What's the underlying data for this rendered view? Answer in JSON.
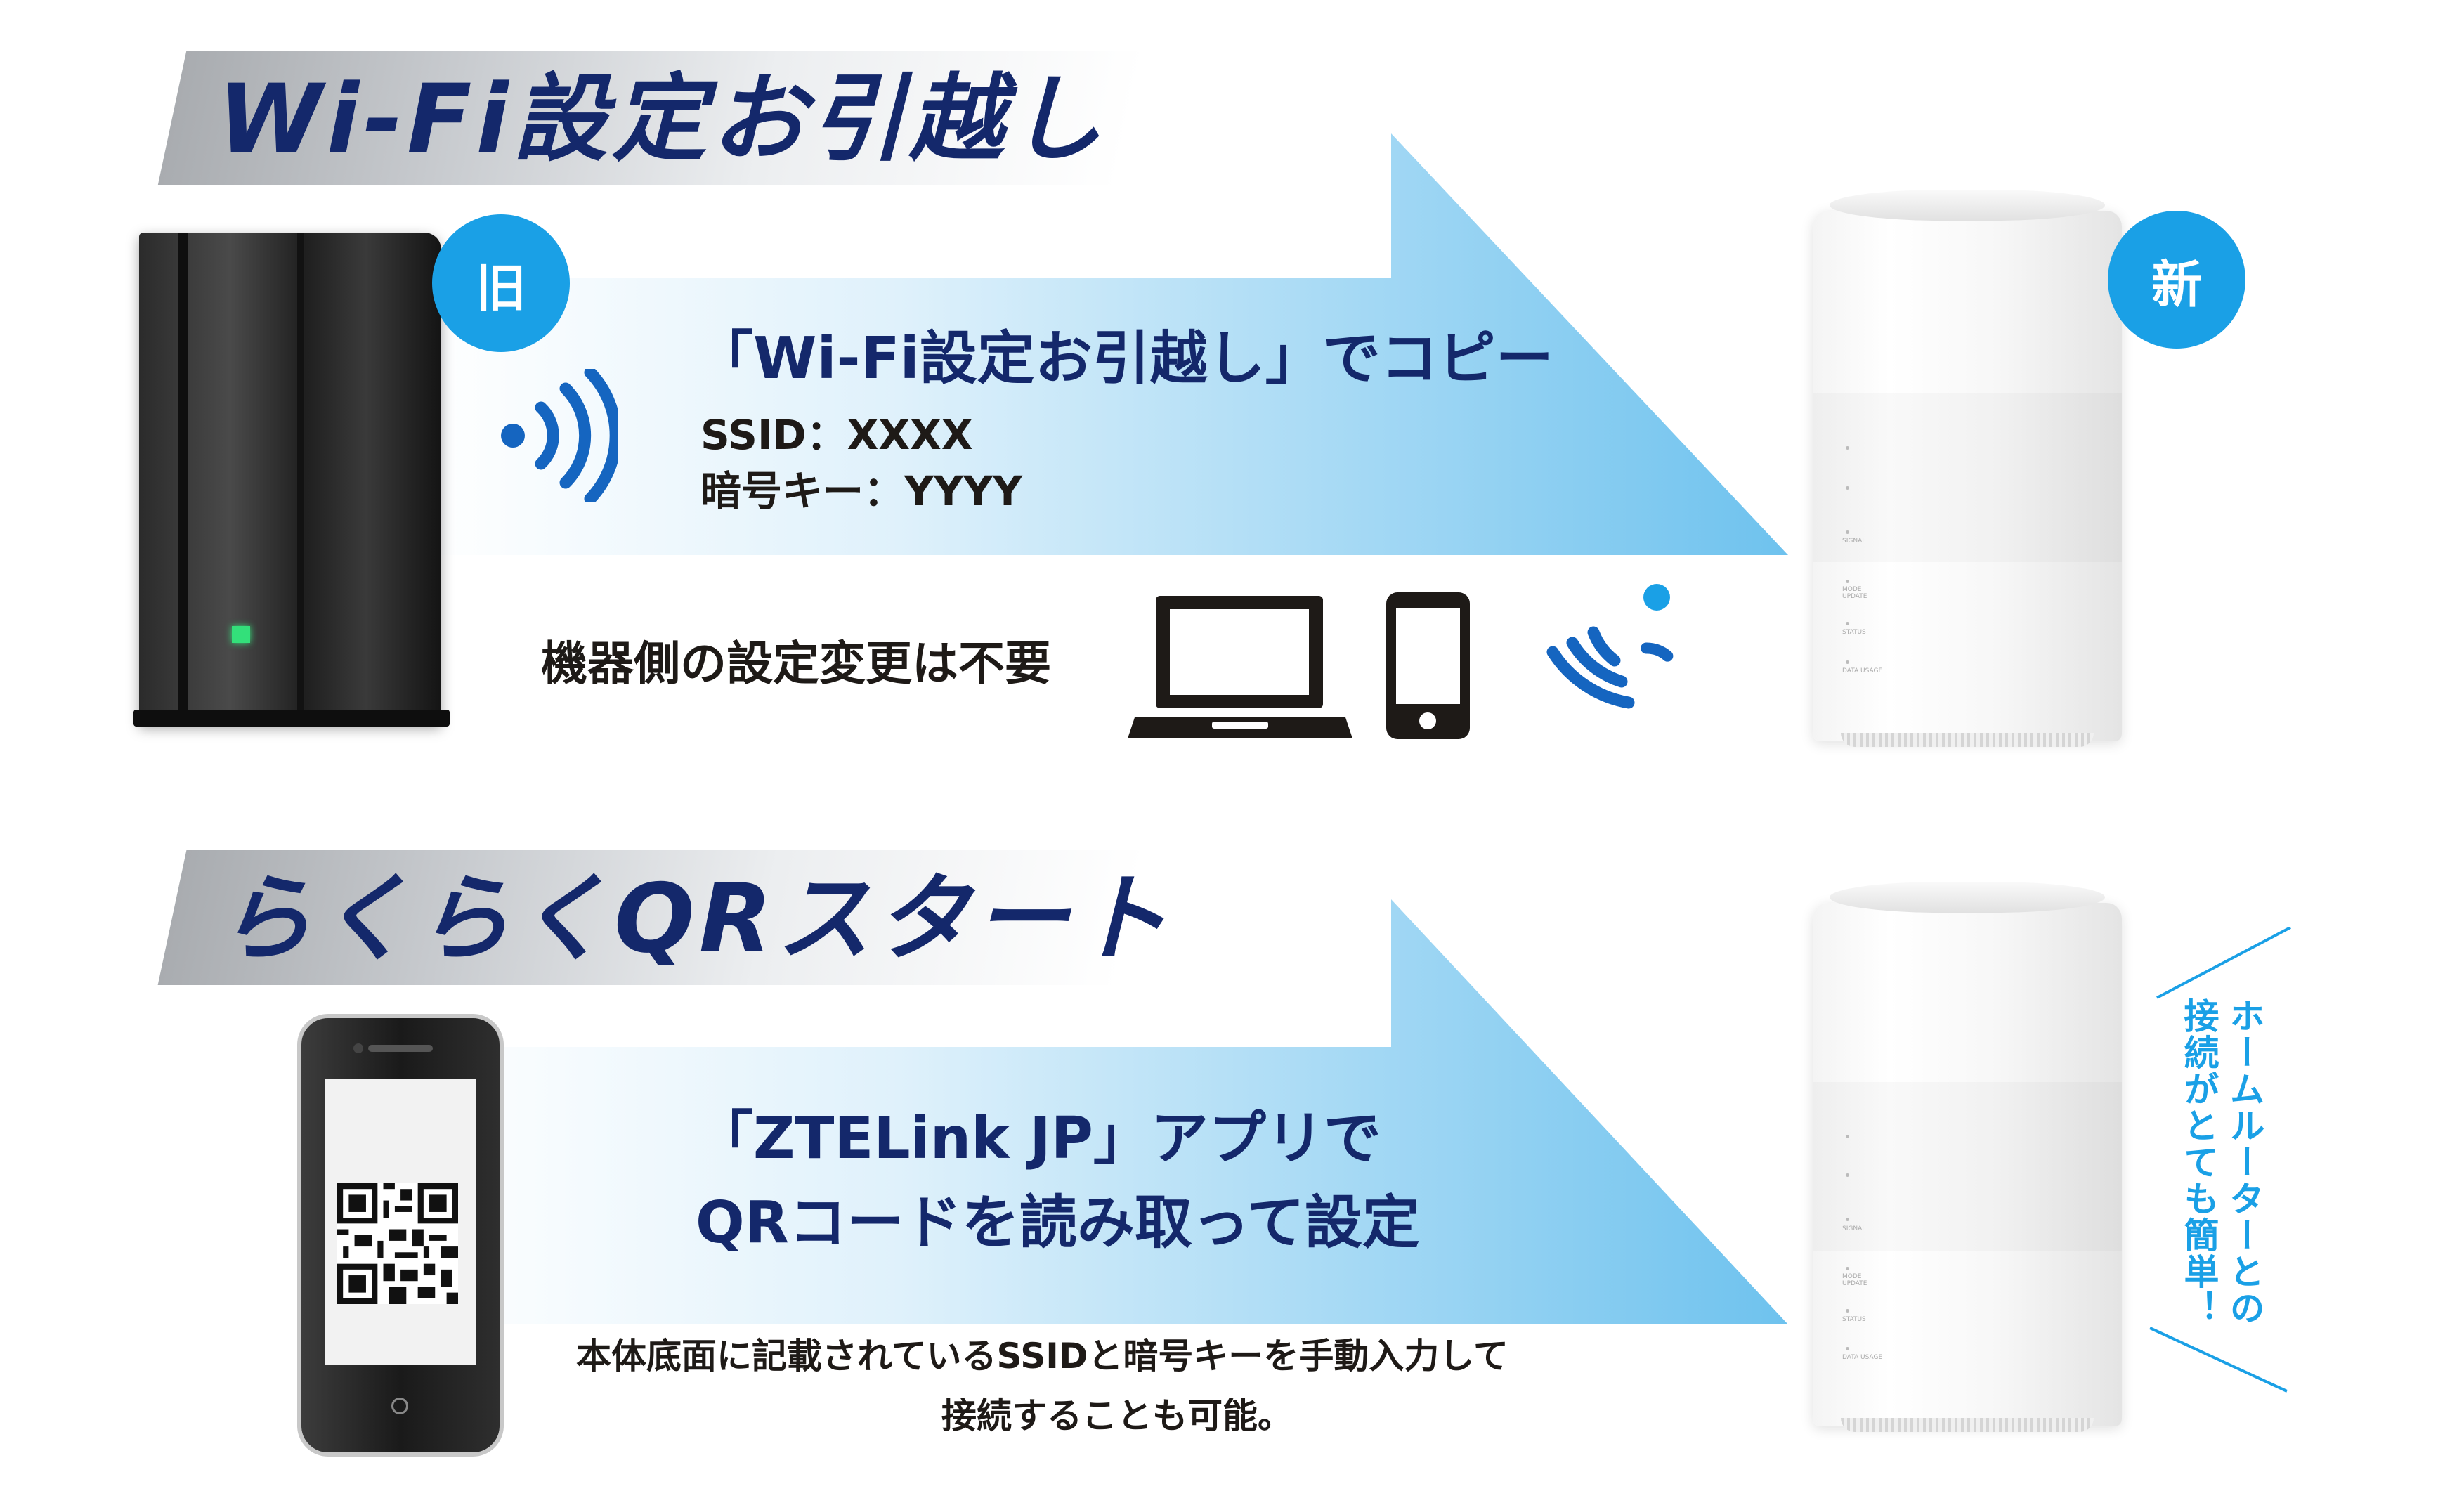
{
  "section1": {
    "title": "Wi-Fi設定お引越し",
    "badge_old": "旧",
    "badge_new": "新",
    "headline": "「Wi-Fi設定お引越し」でコピー",
    "ssid_line": "SSID：XXXX",
    "key_line": "暗号キー：YYYY",
    "note": "機器側の設定変更は不要"
  },
  "section2": {
    "title": "らくらくQRスタート",
    "headline_line1": "「ZTELink JP」アプリで",
    "headline_line2": "QRコードを読み取って設定",
    "note_line1": "本体底面に記載されているSSIDと暗号キーを手動入力して",
    "note_line2": "接続することも可能。",
    "side_line1": "ホームルーターとの",
    "side_line2": "接続がとても簡単！"
  },
  "router_labels": [
    "SIGNAL",
    "MODE UPDATE",
    "STATUS",
    "DATA USAGE"
  ],
  "icons": [
    "wifi-waves-icon",
    "laptop-icon",
    "smartphone-icon",
    "wifi-signal-icon",
    "qr-code-icon"
  ],
  "colors": {
    "navy": "#14286b",
    "accent_blue": "#1aa0e6",
    "arrow_blue": "#7cc7ef",
    "text_dark": "#1e1a17",
    "wifi_blue": "#1565c0"
  }
}
